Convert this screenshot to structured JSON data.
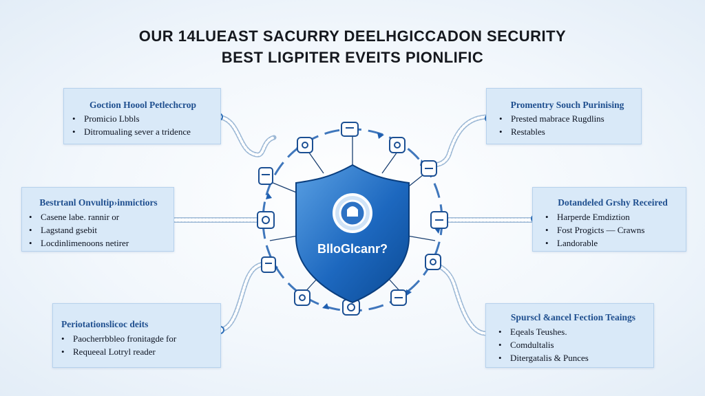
{
  "title": {
    "line1": "OUR 14LUEAST SACURRY DEELHGICCADON SECURITY",
    "line2": "BEST LIGPITER EVEITS PIONLIFIC"
  },
  "center": {
    "label": "BlloGlcanr?",
    "icon": "shield-lock-icon"
  },
  "panels": {
    "top_left": {
      "heading": "Goction Hoool Petlechcrop",
      "items": [
        "Promicio Lbbls",
        "Ditromualing sever a tridence"
      ]
    },
    "mid_left": {
      "heading": "Bestrtanl Onvultip›inmictiors",
      "items": [
        "Casene labe. rannir or",
        "Lagstand gsebit",
        "Locdinlimenoons netirer"
      ]
    },
    "bot_left": {
      "heading": "Periotationslicoc deits",
      "items": [
        "Paocherrbbleo fronitagde for",
        "Requeeal Lotryl reader"
      ]
    },
    "top_right": {
      "heading": "Promentry Souch Purinising",
      "items": [
        "Prested mabrace Rugdlins",
        "Restables"
      ]
    },
    "mid_right": {
      "heading": "Dotandeled Grshy Receired",
      "items": [
        "Harperde Emdiztion",
        "Fost Progicts — Crawns",
        "Landorable"
      ]
    },
    "bot_right": {
      "heading": "Spurscl &ancel Fection Teaings",
      "items": [
        "Eqeals Teushes.",
        "Comdultalis",
        "Ditergatalis & Punces"
      ]
    }
  },
  "colors": {
    "accent": "#1f5fb0",
    "shield_dark": "#0d4f9e",
    "shield_light": "#4e93d8",
    "panel_bg": "#d9e9f8",
    "panel_heading": "#1f4f8f",
    "rope": "#7ea4cc"
  }
}
